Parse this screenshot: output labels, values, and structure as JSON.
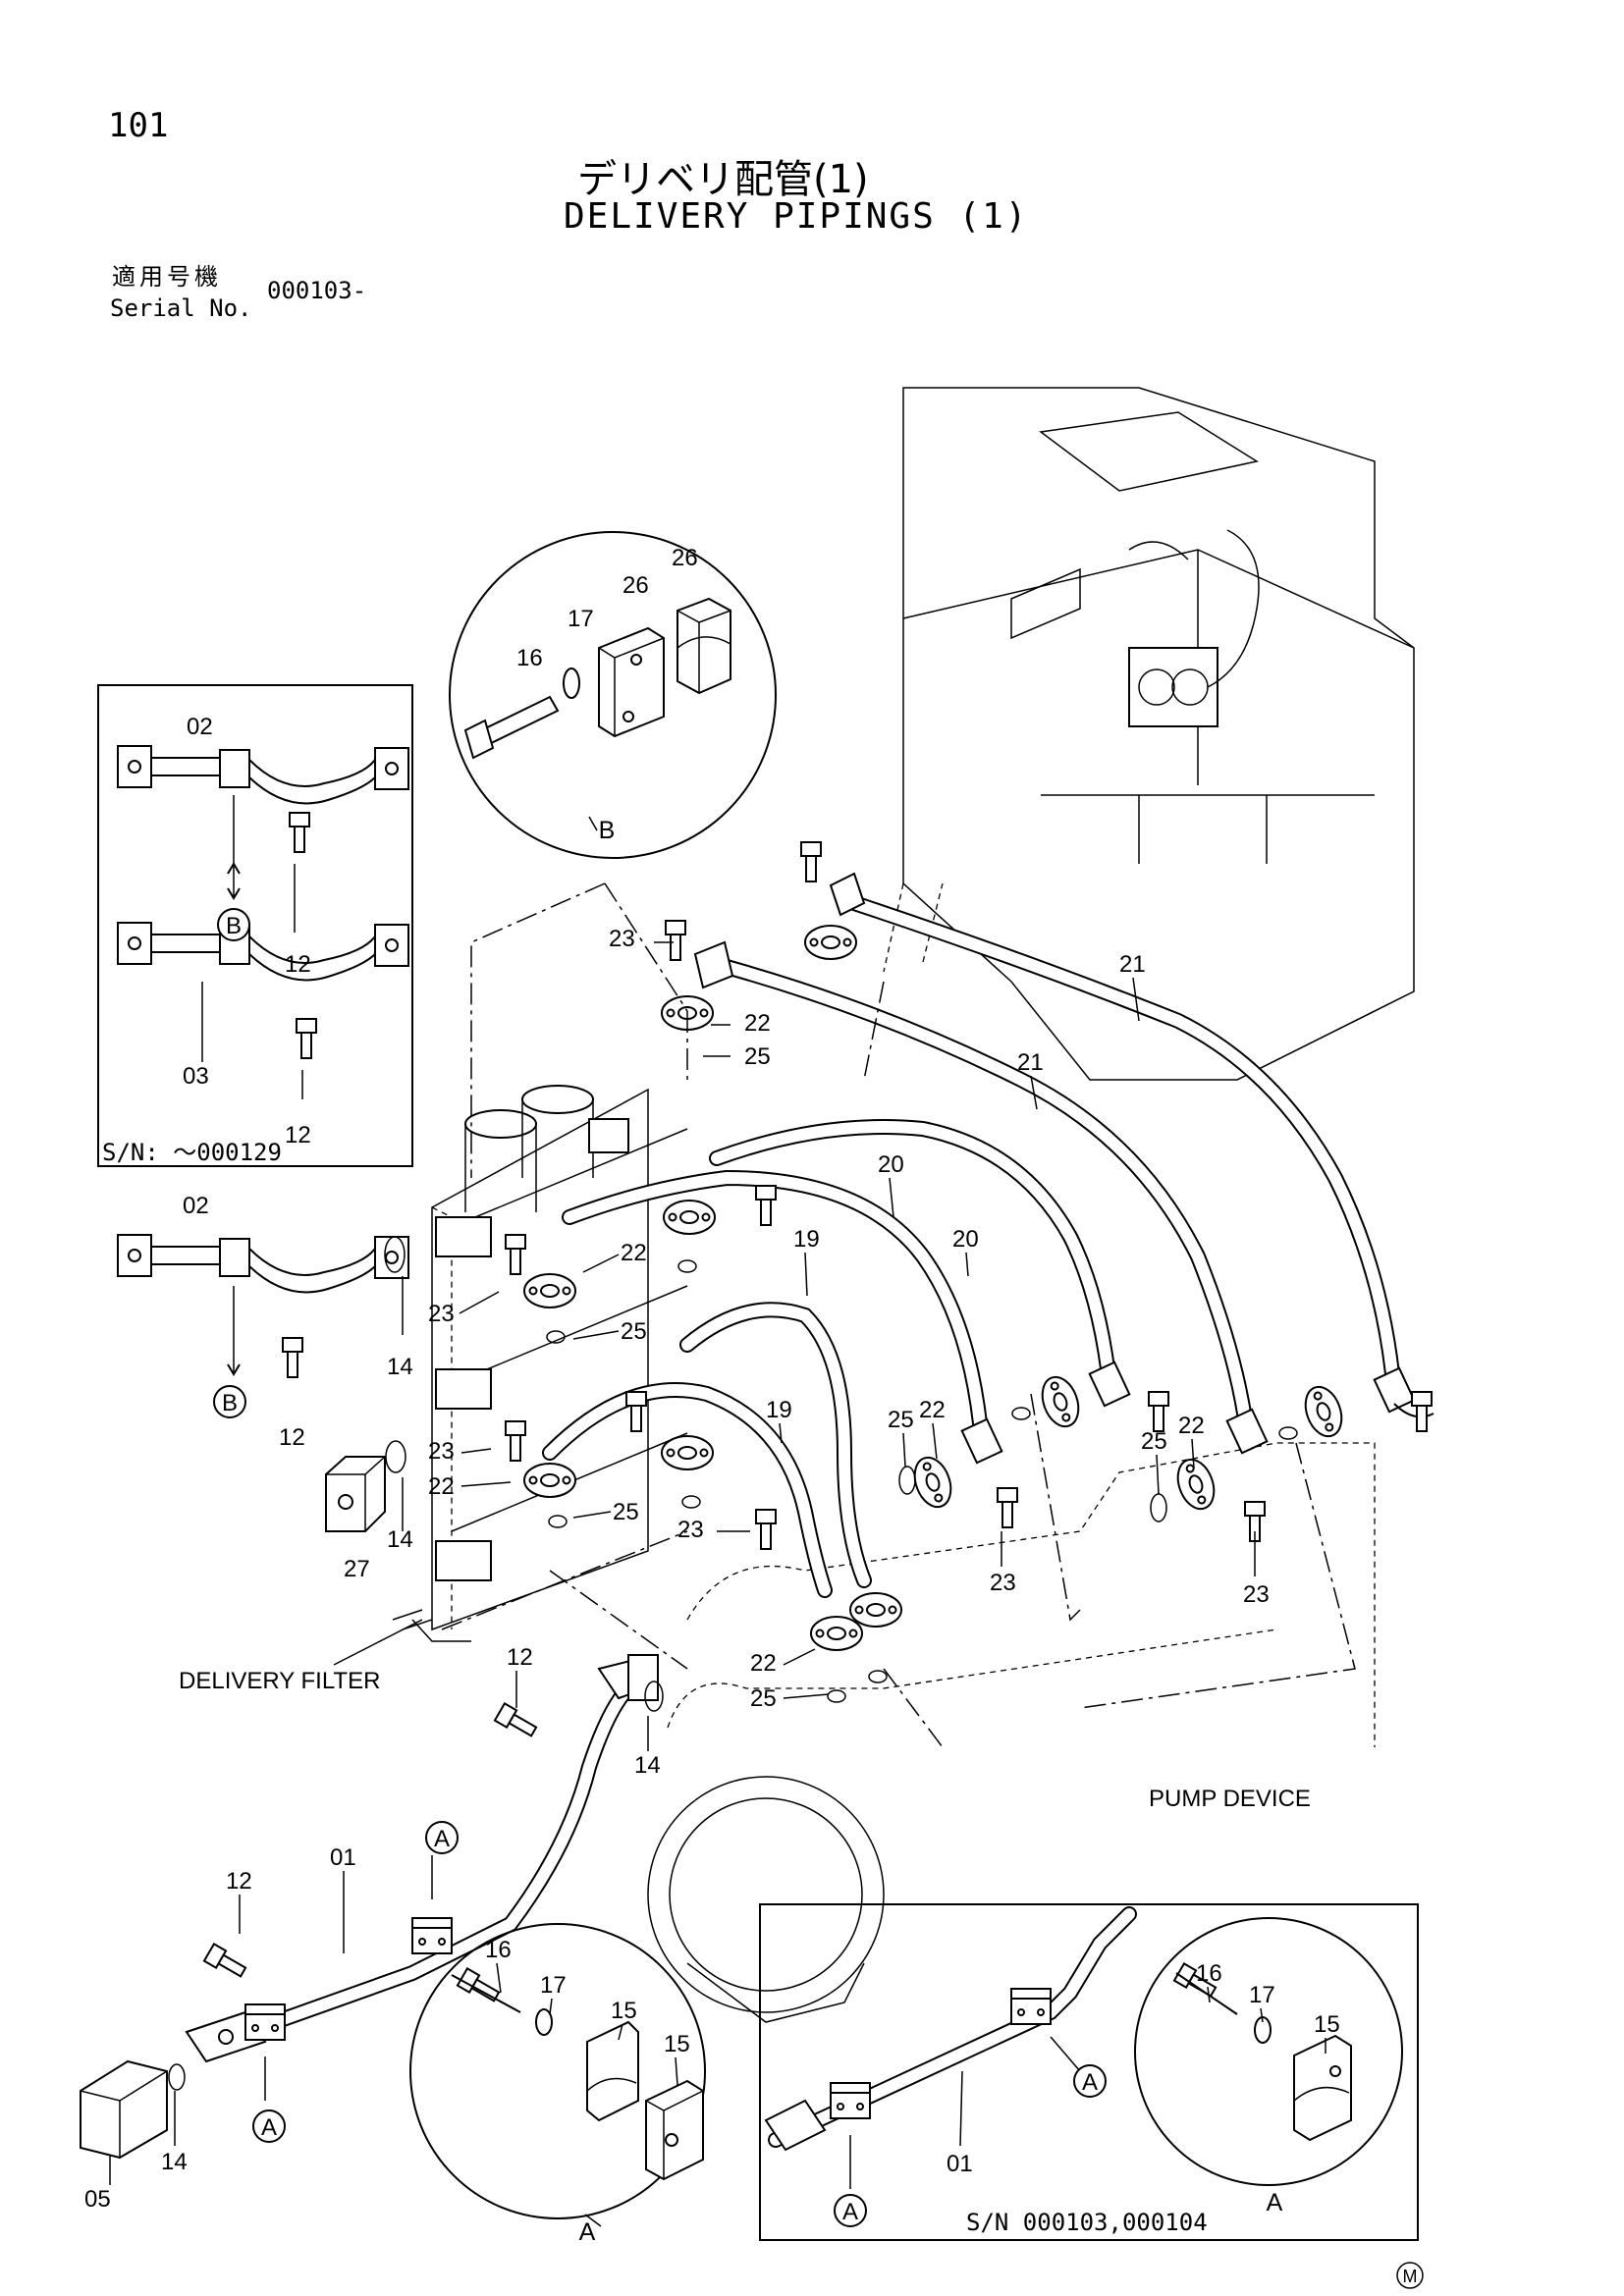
{
  "header": {
    "page_number": "101",
    "title_jp": "デリベリ配管(1)",
    "title_en": "DELIVERY PIPINGS (1)",
    "serial_label_jp": "適用号機",
    "serial_label_en": "Serial No.",
    "serial_value": "000103-"
  },
  "callouts": {
    "c01": "01",
    "c02": "02",
    "c03": "03",
    "c05": "05",
    "c12": "12",
    "c14": "14",
    "c15": "15",
    "c16": "16",
    "c17": "17",
    "c19": "19",
    "c20": "20",
    "c21": "21",
    "c22": "22",
    "c23": "23",
    "c25": "25",
    "c26": "26",
    "c27": "27"
  },
  "markers": {
    "a": "A",
    "b": "B",
    "m": "M"
  },
  "labels": {
    "delivery_filter": "DELIVERY FILTER",
    "pump_device": "PUMP DEVICE",
    "inset_top_sn": "S/N: ～000129",
    "inset_bottom_sn": "S/N 000103,000104"
  }
}
